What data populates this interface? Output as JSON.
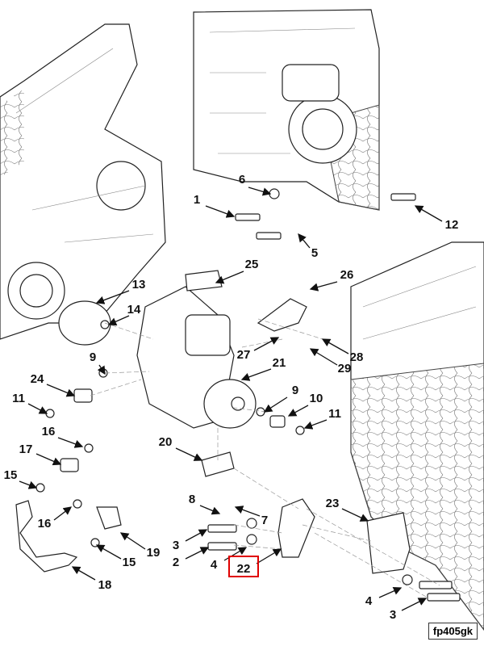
{
  "diagram": {
    "reference_code": "fp405gk",
    "highlighted_callout": "22",
    "highlight_color": "#e00000",
    "callouts": [
      "1",
      "6",
      "12",
      "5",
      "25",
      "13",
      "14",
      "26",
      "27",
      "28",
      "29",
      "9",
      "21",
      "24",
      "9",
      "10",
      "11",
      "11",
      "16",
      "20",
      "17",
      "15",
      "8",
      "23",
      "7",
      "16",
      "3",
      "19",
      "2",
      "15",
      "4",
      "22",
      "18",
      "4",
      "3"
    ]
  }
}
